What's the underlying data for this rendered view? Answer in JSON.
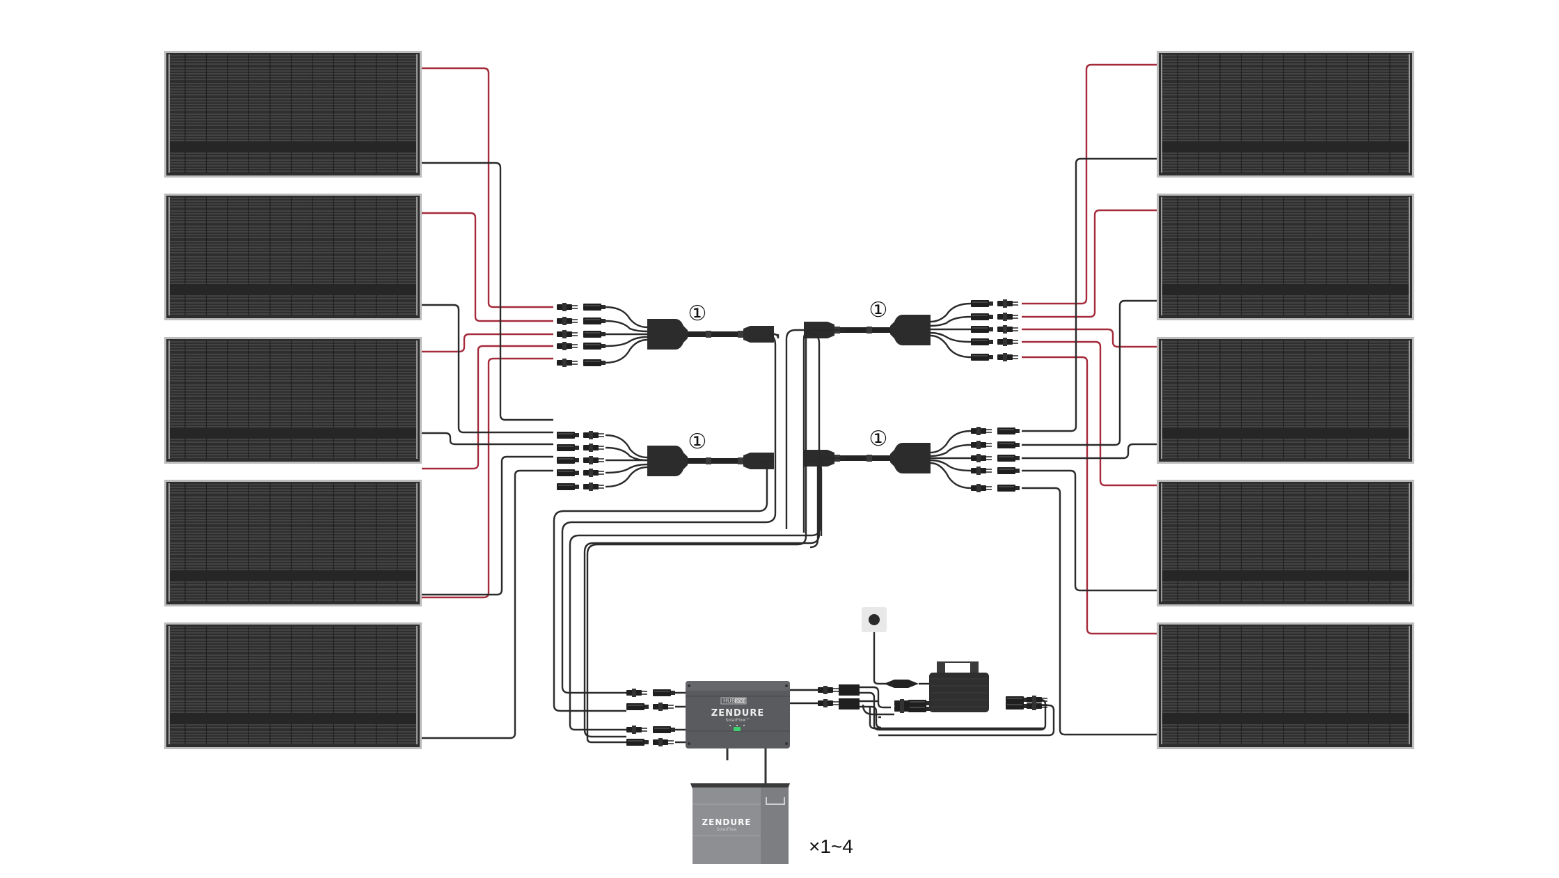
{
  "diagram": {
    "title": "Solar panel wiring diagram",
    "splitter_labels": [
      "①",
      "①",
      "①",
      "①"
    ],
    "battery_multiplier": "×1~4",
    "hub": {
      "model_prefix": "HUB",
      "model_number": "2000",
      "brand": "ZENDURE",
      "product_line": "SolarFlow™"
    },
    "battery": {
      "brand": "ZENDURE",
      "product_line": "SolarFlow"
    },
    "left_panels_count": 5,
    "right_panels_count": 5,
    "splitters_count": 4,
    "splitter_inputs_each": 5,
    "components": [
      "solar-panel",
      "y-splitter-cable",
      "mc4-connector",
      "hub",
      "micro-inverter",
      "wall-socket",
      "battery"
    ],
    "colors": {
      "positive_wire": "#a52a3a",
      "negative_wire": "#2a2a2a",
      "panel": "#2e2e2e",
      "hub": "#5a5b5e",
      "battery": "#8e8f92",
      "status_led": "#3ecf6e"
    }
  }
}
